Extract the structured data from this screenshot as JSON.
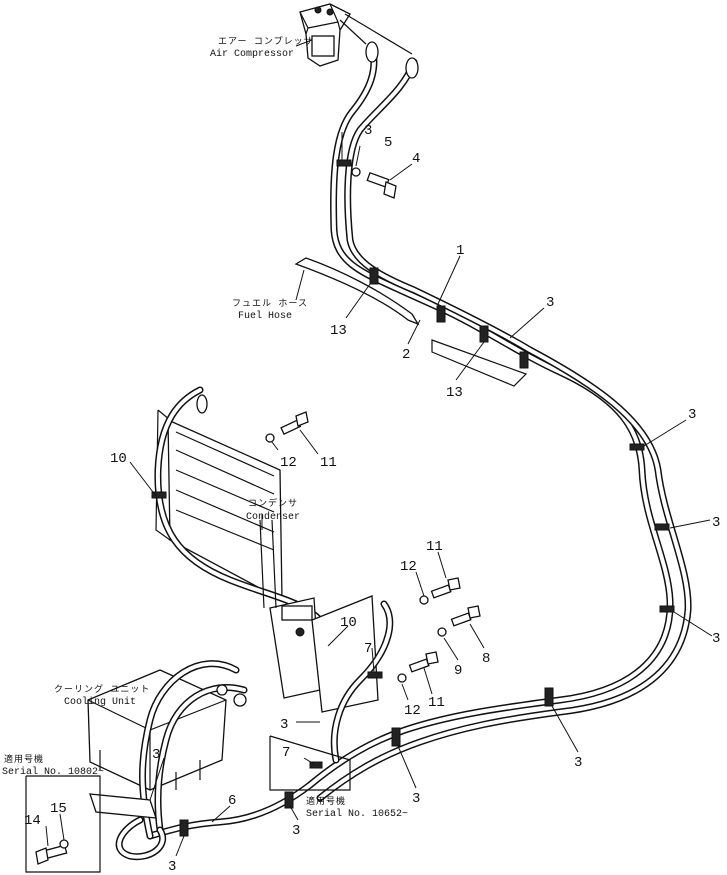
{
  "components": {
    "air_compressor_jp": "エアー コンプレッサ",
    "air_compressor_en": "Air Compressor",
    "fuel_hose_jp": "フュエル ホース",
    "fuel_hose_en": "Fuel Hose",
    "condenser_jp": "コンデンサ",
    "condenser_en": "Condenser",
    "cooling_unit_jp": "クーリング ユニット",
    "cooling_unit_en": "Cooling Unit"
  },
  "serial_notes": {
    "left_jp": "適用号機",
    "left_en": "Serial No. 10802~",
    "right_jp": "適用号機",
    "right_en": "Serial No. 10652~"
  },
  "callouts": {
    "p1": "1",
    "p2": "2",
    "p3": "3",
    "p4": "4",
    "p5": "5",
    "p6": "6",
    "p7": "7",
    "p8": "8",
    "p9": "9",
    "p10": "10",
    "p11": "11",
    "p12": "12",
    "p13": "13",
    "p14": "14",
    "p15": "15"
  }
}
